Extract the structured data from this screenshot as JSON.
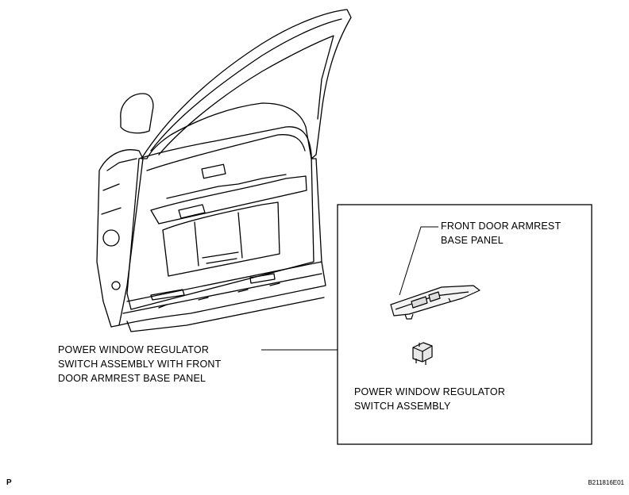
{
  "labels": {
    "main": [
      "POWER WINDOW REGULATOR",
      "SWITCH ASSEMBLY WITH FRONT",
      "DOOR ARMREST BASE PANEL"
    ],
    "armrest": [
      "FRONT DOOR ARMREST",
      "BASE PANEL"
    ],
    "switch": [
      "POWER WINDOW REGULATOR",
      "SWITCH ASSEMBLY"
    ]
  },
  "corner_code": "P",
  "figure_code": "B211816E01"
}
